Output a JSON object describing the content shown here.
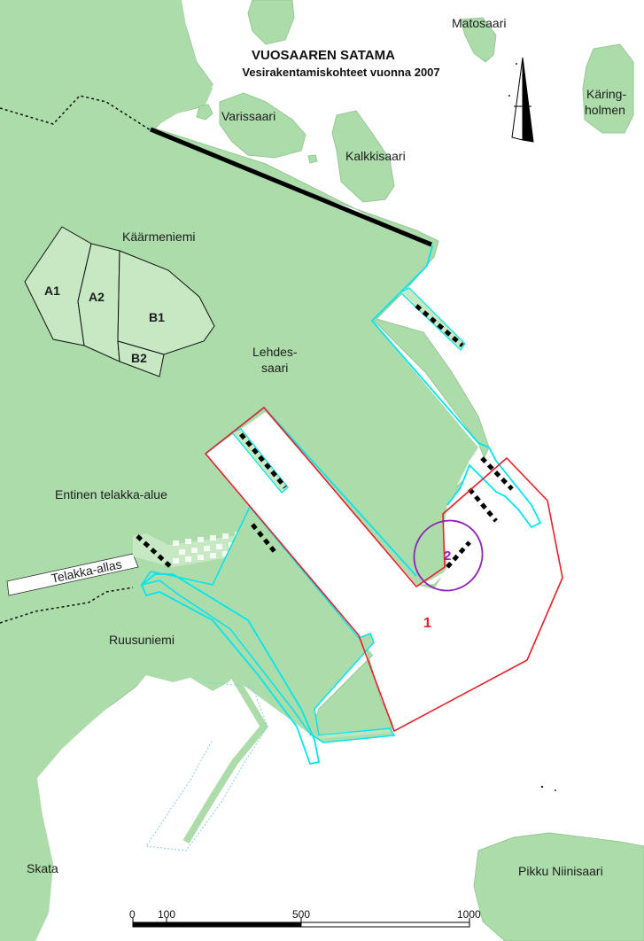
{
  "title": {
    "main": "VUOSAAREN SATAMA",
    "subtitle": "Vesirakentamiskohteet vuonna 2007"
  },
  "places": {
    "matosaari": "Matosaari",
    "karingholmen_1": "Käring-",
    "karingholmen_2": "holmen",
    "varissaari": "Varissaari",
    "kalkkisaari": "Kalkkisaari",
    "kaarmeniemi": "Käärmeniemi",
    "lehdessaari_1": "Lehdes-",
    "lehdessaari_2": "saari",
    "entinen_telakka": "Entinen telakka-alue",
    "telakka_allas": "Telakka-allas",
    "ruusuniemi": "Ruusuniemi",
    "skata": "Skata",
    "pikku_niinisaari": "Pikku Niinisaari"
  },
  "areas": {
    "a1": "A1",
    "a2": "A2",
    "b1": "B1",
    "b2": "B2"
  },
  "sites": {
    "site_1": "1",
    "site_2": "2"
  },
  "scale_bar": {
    "labels": [
      "0",
      "100",
      "500",
      "1000"
    ],
    "values": [
      0,
      100,
      500,
      1000
    ]
  },
  "colors": {
    "land": "#acdcaa",
    "land_stroke": "#97c795",
    "water": "#ffffff",
    "site_1_outline": "#e8202a",
    "site_2_outline": "#8e1fb8",
    "shoreline_new": "#00e5f0",
    "breakwater": "#000000",
    "site_1_label": "#e8202a",
    "site_2_label": "#8e1fb8"
  },
  "icons": {
    "north_arrow": "north-arrow-icon"
  }
}
